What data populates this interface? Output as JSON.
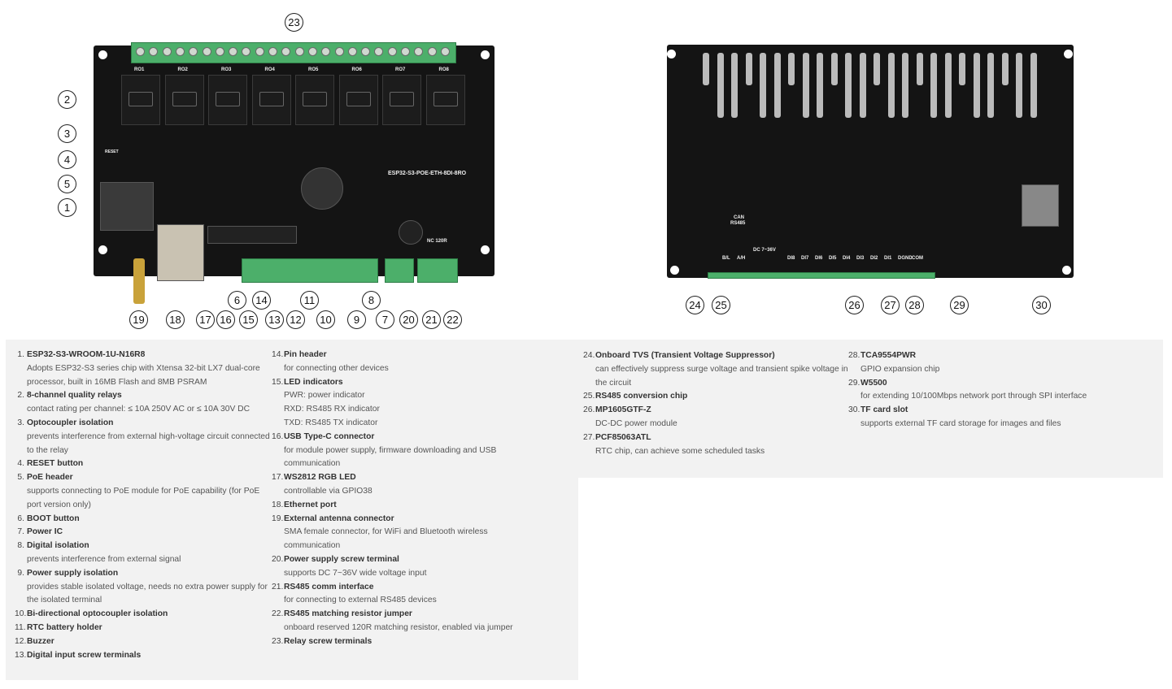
{
  "front_board": {
    "model": "ESP32-S3-POE-ETH-8DI-8RO",
    "relay_labels": [
      "RO1",
      "RO2",
      "RO3",
      "RO4",
      "RO5",
      "RO6",
      "RO7",
      "RO8"
    ],
    "reset_label": "RESET",
    "rs485_label": "NC 120R"
  },
  "back_board": {
    "power_label": "DC 7~36V",
    "di_labels": [
      "DI8",
      "DI7",
      "DI6",
      "DI5",
      "DI4",
      "DI3",
      "DI2",
      "DI1",
      "DGND",
      "COM"
    ],
    "can_label": "CAN",
    "rs485_label": "RS485",
    "bus_labels": [
      "B/L",
      "A/H"
    ]
  },
  "callouts": [
    "1",
    "2",
    "3",
    "4",
    "5",
    "6",
    "7",
    "8",
    "9",
    "10",
    "11",
    "12",
    "13",
    "14",
    "15",
    "16",
    "17",
    "18",
    "19",
    "20",
    "21",
    "22",
    "23",
    "24",
    "25",
    "26",
    "27",
    "28",
    "29",
    "30"
  ],
  "legend": [
    [
      {
        "num": "1.",
        "title": "ESP32-S3-WROOM-1U-N16R8",
        "desc": [
          "Adopts ESP32-S3 series chip with Xtensa 32-bit LX7 dual-core processor, built in 16MB Flash and 8MB PSRAM"
        ]
      },
      {
        "num": "2.",
        "title": "8-channel quality relays",
        "desc": [
          "contact rating per channel: ≤ 10A 250V AC or ≤ 10A 30V DC"
        ]
      },
      {
        "num": "3.",
        "title": "Optocoupler isolation",
        "desc": [
          "prevents interference from external high-voltage circuit connected to the relay"
        ]
      },
      {
        "num": "4.",
        "title": "RESET button",
        "desc": []
      },
      {
        "num": "5.",
        "title": "PoE header",
        "desc": [
          "supports connecting to PoE module for PoE capability (for PoE port version only)"
        ]
      },
      {
        "num": "6.",
        "title": "BOOT button",
        "desc": []
      },
      {
        "num": "7.",
        "title": "Power IC",
        "desc": []
      },
      {
        "num": "8.",
        "title": "Digital isolation",
        "desc": [
          "prevents interference from external signal"
        ]
      },
      {
        "num": "9.",
        "title": "Power supply isolation",
        "desc": [
          "provides stable isolated voltage, needs no extra power supply for the isolated terminal"
        ]
      },
      {
        "num": "10.",
        "title": "Bi-directional optocoupler isolation",
        "desc": []
      },
      {
        "num": "11.",
        "title": "RTC battery holder",
        "desc": []
      },
      {
        "num": "12.",
        "title": "Buzzer",
        "desc": []
      },
      {
        "num": "13.",
        "title": "Digital input screw terminals",
        "desc": []
      }
    ],
    [
      {
        "num": "14.",
        "title": "Pin header",
        "desc": [
          "for connecting other devices"
        ]
      },
      {
        "num": "15.",
        "title": "LED indicators",
        "desc": [
          "PWR: power indicator",
          "RXD: RS485 RX indicator",
          "TXD: RS485 TX indicator"
        ]
      },
      {
        "num": "16.",
        "title": "USB Type-C connector",
        "desc": [
          "for module power supply, firmware downloading and USB communication"
        ]
      },
      {
        "num": "17.",
        "title": "WS2812 RGB LED",
        "desc": [
          "controllable via GPIO38"
        ]
      },
      {
        "num": "18.",
        "title": "Ethernet port",
        "desc": []
      },
      {
        "num": "19.",
        "title": "External antenna connector",
        "desc": [
          "SMA female connector, for WiFi and Bluetooth wireless communication"
        ]
      },
      {
        "num": "20.",
        "title": "Power supply screw terminal",
        "desc": [
          "supports DC 7~36V wide voltage input"
        ]
      },
      {
        "num": "21.",
        "title": "RS485 comm interface",
        "desc": [
          "for connecting to external RS485 devices"
        ]
      },
      {
        "num": "22.",
        "title": "RS485 matching resistor jumper",
        "desc": [
          "onboard reserved 120R matching resistor, enabled via jumper"
        ]
      },
      {
        "num": "23.",
        "title": "Relay screw terminals",
        "desc": []
      }
    ],
    [
      {
        "num": "24.",
        "title": "Onboard TVS (Transient Voltage Suppressor)",
        "desc": [
          "can effectively suppress surge voltage and transient spike voltage in the circuit"
        ]
      },
      {
        "num": "25.",
        "title": "RS485 conversion chip",
        "desc": []
      },
      {
        "num": "26.",
        "title": "MP1605GTF-Z",
        "desc": [
          "DC-DC power module"
        ]
      },
      {
        "num": "27.",
        "title": "PCF85063ATL",
        "desc": [
          "RTC chip, can achieve some scheduled tasks"
        ]
      }
    ],
    [
      {
        "num": "28.",
        "title": "TCA9554PWR",
        "desc": [
          "GPIO expansion chip"
        ]
      },
      {
        "num": "29.",
        "title": "W5500",
        "desc": [
          "for extending 10/100Mbps network port through SPI interface"
        ]
      },
      {
        "num": "30.",
        "title": "TF card slot",
        "desc": [
          "supports external TF card storage for images and files"
        ]
      }
    ]
  ]
}
